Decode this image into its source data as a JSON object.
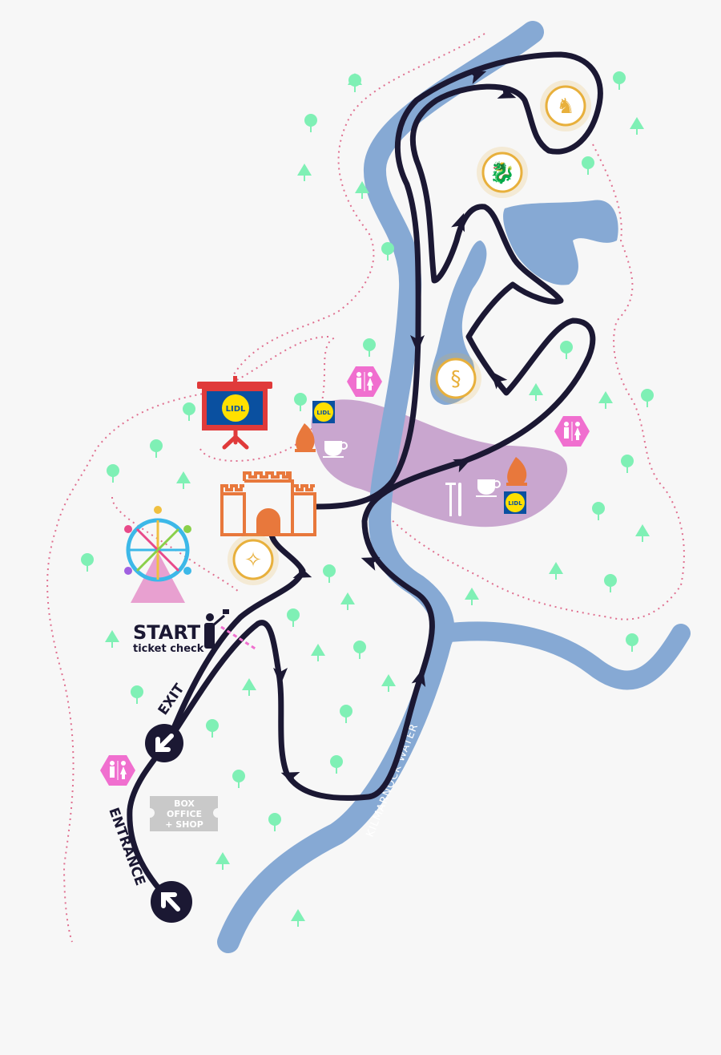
{
  "labels": {
    "start": "START",
    "ticket_check": "ticket check",
    "exit": "EXIT",
    "entrance": "ENTRANCE",
    "box_office_line1": "BOX",
    "box_office_line2": "OFFICE",
    "box_office_line3": "+ SHOP",
    "river": "KILMARNOCK WATER",
    "lidl_logo": "LIDL"
  },
  "colors": {
    "background": "#f7f7f7",
    "river": "#86a9d4",
    "route": "#1b1833",
    "food_zone": "#c9a6cf",
    "trees": "#7ff0b5",
    "toilets": "#f06fcf",
    "attractions": "#e8b03c",
    "castle": "#e8783c",
    "boundary": "#e07090",
    "lidl_blue": "#0a50a0",
    "lidl_yellow": "#ffe000",
    "screen_red": "#e03a3a"
  },
  "icons": [
    "toilets-icon",
    "campfire-icon",
    "coffee-icon",
    "cutlery-icon",
    "lidl-logo",
    "castle-icon",
    "ferris-wheel-icon",
    "screen-icon",
    "dragon-icon",
    "mermaid-icon",
    "fairy-icon",
    "bear-icon",
    "ticket-check-person-icon",
    "tree-icon",
    "direction-arrow-icon"
  ]
}
